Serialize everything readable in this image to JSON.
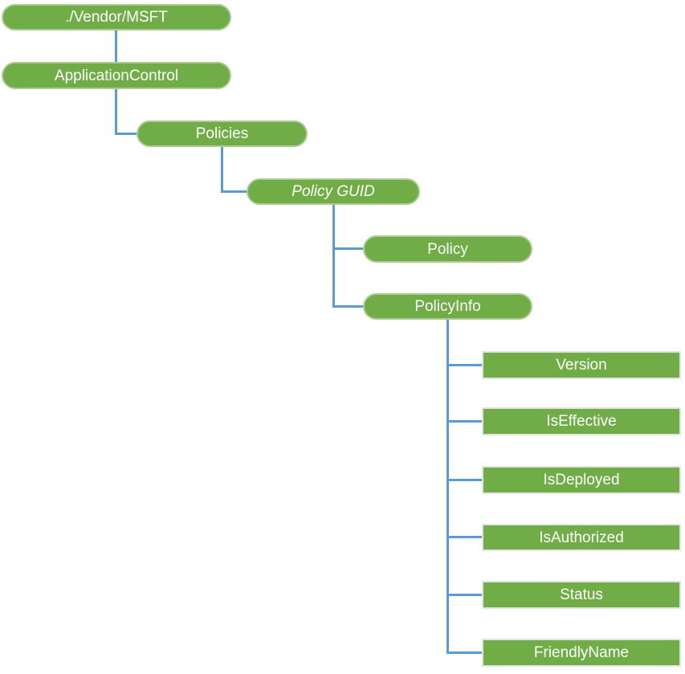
{
  "colors": {
    "node_fill": "#70ad47",
    "node_pill_border": "#aecb97",
    "node_rect_border": "#e4e4e4",
    "node_text": "#ffffff",
    "connector": "#5b9bd5"
  },
  "tree": {
    "label": "./Vendor/MSFT",
    "shape": "pill",
    "children": [
      {
        "label": "ApplicationControl",
        "shape": "pill",
        "children": [
          {
            "label": "Policies",
            "shape": "pill",
            "children": [
              {
                "label": "Policy GUID",
                "shape": "pill",
                "italic": true,
                "children": [
                  {
                    "label": "Policy",
                    "shape": "pill",
                    "children": []
                  },
                  {
                    "label": "PolicyInfo",
                    "shape": "pill",
                    "children": [
                      {
                        "label": "Version",
                        "shape": "rect"
                      },
                      {
                        "label": "IsEffective",
                        "shape": "rect"
                      },
                      {
                        "label": "IsDeployed",
                        "shape": "rect"
                      },
                      {
                        "label": "IsAuthorized",
                        "shape": "rect"
                      },
                      {
                        "label": "Status",
                        "shape": "rect"
                      },
                      {
                        "label": "FriendlyName",
                        "shape": "rect"
                      }
                    ]
                  }
                ]
              }
            ]
          }
        ]
      }
    ]
  }
}
